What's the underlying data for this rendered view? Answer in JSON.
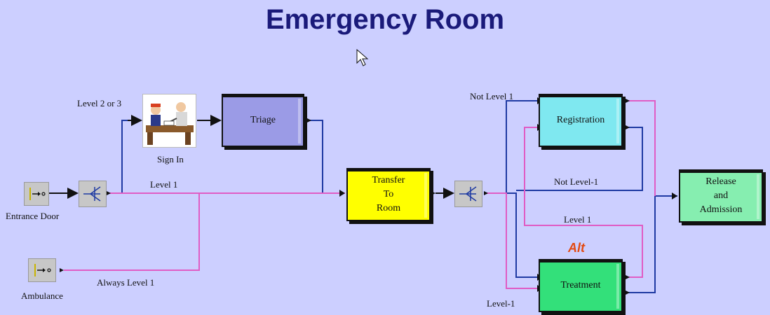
{
  "title": "Emergency Room",
  "colors": {
    "background": "#cccfff",
    "blue_route": "#1f3aa3",
    "pink_route": "#e05cc4",
    "triage": "#9b9be6",
    "transfer": "#ffff00",
    "registration": "#7fe8f0",
    "treatment": "#33e07a",
    "release": "#86eeb0",
    "alt_label": "#e24a13"
  },
  "blocks": {
    "triage": "Triage",
    "transfer_lines": [
      "Transfer",
      "To",
      "Room"
    ],
    "registration": "Registration",
    "treatment": "Treatment",
    "release_lines": [
      "Release",
      "and",
      "Admission"
    ]
  },
  "labels": {
    "entrance_door": "Entrance Door",
    "ambulance": "Ambulance",
    "sign_in": "Sign In",
    "level_2_or_3": "Level 2 or 3",
    "level_1_top": "Level 1",
    "always_level_1": "Always Level 1",
    "not_level_1_top": "Not Level 1",
    "not_level_1_mid": "Not Level-1",
    "level_1_mid": "Level 1",
    "level_1_bottom": "Level-1",
    "alt": "Alt"
  },
  "icons": {
    "entrance": "source-arrow-icon",
    "ambulance": "source-arrow-icon",
    "decision_1": "branch-decision-icon",
    "decision_2": "branch-decision-icon",
    "sign_in": "sign-in-desk-illustration",
    "cursor": "mouse-pointer-icon"
  }
}
